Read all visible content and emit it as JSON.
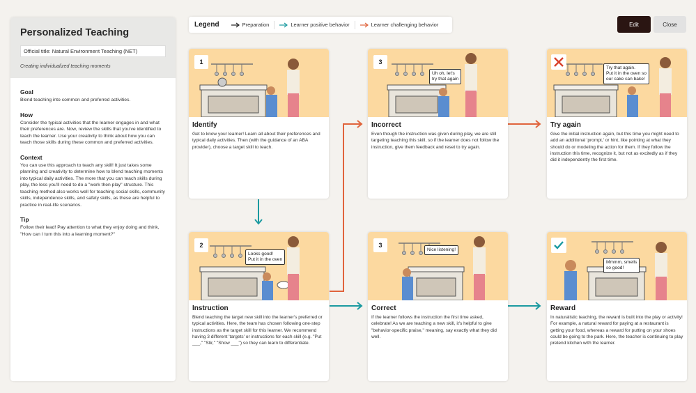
{
  "sidebar": {
    "title": "Personalized Teaching",
    "official_title": "Official title: Natural Environment Teaching (NET)",
    "subtitle": "Creating individualized teaching moments",
    "sections": [
      {
        "heading": "Goal",
        "text": "Blend teaching into common and preferred activities."
      },
      {
        "heading": "How",
        "text": "Consider the typical activities that the learner engages in and what their preferences are. Now, review the skills that you've identified to teach the learner. Use your creativity to think about how you can teach those skills during these common and preferred activities."
      },
      {
        "heading": "Context",
        "text": "You can use this approach to teach any skill! It just takes some planning and creativity to determine how to blend teaching moments into typical daily activities. The more that you can teach skills during play, the less you'll need to do a \"work then play\" structure. This teaching method also works well for teaching social skills, community skills, independence skills, and safety skills, as these are helpful to practice in real-life scenarios."
      },
      {
        "heading": "Tip",
        "text": "Follow their lead! Pay attention to what they enjoy doing and think, \"How can I turn this into a learning moment?\""
      }
    ]
  },
  "legend": {
    "title": "Legend",
    "items": [
      {
        "label": "Preparation",
        "color": "#222222"
      },
      {
        "label": "Learner positive behavior",
        "color": "#1a9aa0"
      },
      {
        "label": "Learner challenging behavior",
        "color": "#e0643c"
      }
    ]
  },
  "buttons": {
    "edit": "Edit",
    "close": "Close"
  },
  "cards": [
    {
      "badge": "1",
      "bubble": "",
      "title": "Identify",
      "text": "Get to know your learner! Learn all about their preferences and typical daily activities. Then (with the guidance of an ABA provider), choose a target skill to teach."
    },
    {
      "badge": "3",
      "bubble": "Uh oh, let's\ntry that again",
      "title": "Incorrect",
      "text": "Even though the instruction was given during play, we are still targeting teaching this skill, so if the learner does not follow the instruction, give them feedback and reset to try again."
    },
    {
      "badge": "",
      "icon": "cross-icon",
      "bubble": "Try that again.\nPut it in the oven so\nour cake can bake!",
      "title": "Try again",
      "text": "Give the initial instruction again, but this time you might need to add an additional 'prompt,' or hint, like pointing at what they should do or modeling the action for them. If they follow the instruction this time, recognize it, but not as excitedly as if they did it independently the first time."
    },
    {
      "badge": "2",
      "bubble": "Looks good!\nPut it in the oven",
      "title": "Instruction",
      "text": "Blend teaching the target new skill into the learner's preferred or typical activities. Here, the team has chosen following one-step instructions as the target skill for this learner. We recommend having 3 different 'targets' or instructions for each skill (e.g. \"Put ___,\" \"Stir,\" \"Show ___\") so they can learn to differentiate."
    },
    {
      "badge": "3",
      "bubble": "Nice listening!",
      "title": "Correct",
      "text": "If the learner follows the instruction the first time asked, celebrate! As we are teaching a new skill, it's helpful to give \"behavior-specific praise,\" meaning, say exactly what they did well."
    },
    {
      "badge": "",
      "icon": "check-icon",
      "bubble": "Mmmm, smells\nso good!",
      "title": "Reward",
      "text": "In naturalistic teaching, the reward is built into the play or activity! For example, a natural reward for paying at a restaurant is getting your food, whereas a reward for putting on your shoes could be going to the park. Here, the teacher is continuing to play pretend kitchen with the learner."
    }
  ]
}
